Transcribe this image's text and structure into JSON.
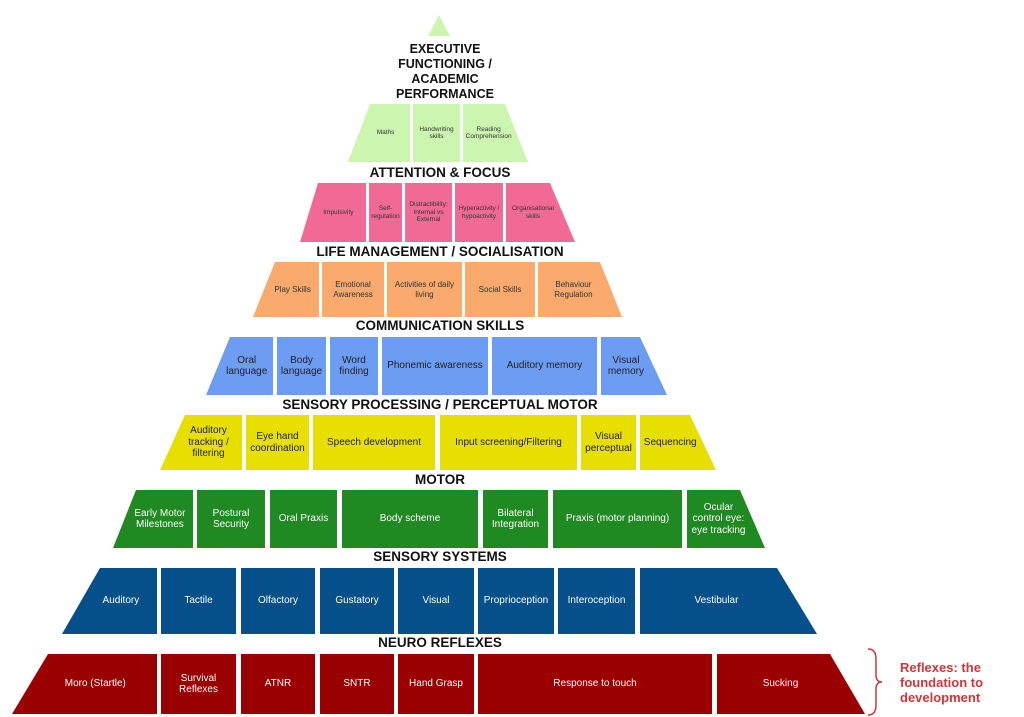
{
  "title": "Pyramid of Learning",
  "colors": {
    "academic": "#ccf5b0",
    "attention": "#f06a95",
    "life": "#f9aa6c",
    "communication": "#6d9cf3",
    "sensory_processing": "#e7df00",
    "motor": "#1f8a21",
    "sensory_systems": "#05508a",
    "reflexes": "#9a0000",
    "note": "#d0363a"
  },
  "levels": [
    {
      "heading": "EXECUTIVE FUNCTIONING / ACADEMIC PERFORMANCE",
      "cells": [
        "Maths",
        "Handwriting skills",
        "Reading Comprehension"
      ]
    },
    {
      "heading": "ATTENTION & FOCUS",
      "cells": [
        "Impulsivity",
        "Self-regulation",
        "Distractibility: Internal vs External",
        "Hyperactivity / hypoactivity",
        "Organisational skills"
      ]
    },
    {
      "heading": "LIFE MANAGEMENT / SOCIALISATION",
      "cells": [
        "Play Skills",
        "Emotional Awareness",
        "Activities of daily living",
        "Social Skills",
        "Behaviour Regulation"
      ]
    },
    {
      "heading": "COMMUNICATION SKILLS",
      "cells": [
        "Oral language",
        "Body language",
        "Word finding",
        "Phonemic awareness",
        "Auditory memory",
        "Visual memory"
      ]
    },
    {
      "heading": "SENSORY PROCESSING / PERCEPTUAL MOTOR",
      "cells": [
        "Auditory tracking / filtering",
        "Eye hand coordination",
        "Speech development",
        "Input screening/Filtering",
        "Visual perceptual",
        "Sequencing"
      ]
    },
    {
      "heading": "MOTOR",
      "cells": [
        "Early Motor Milestones",
        "Postural Security",
        "Oral Praxis",
        "Body scheme",
        "Bilateral Integration",
        "Praxis (motor planning)",
        "Ocular control eye: eye tracking"
      ]
    },
    {
      "heading": "SENSORY SYSTEMS",
      "cells": [
        "Auditory",
        "Tactile",
        "Olfactory",
        "Gustatory",
        "Visual",
        "Proprioception",
        "Interoception",
        "Vestibular"
      ]
    },
    {
      "heading": "NEURO REFLEXES",
      "cells": [
        "Moro (Startle)",
        "Survival Reflexes",
        "ATNR",
        "SNTR",
        "Hand Grasp",
        "Response to touch",
        "Sucking"
      ]
    }
  ],
  "note": "Reflexes: the foundation to development"
}
